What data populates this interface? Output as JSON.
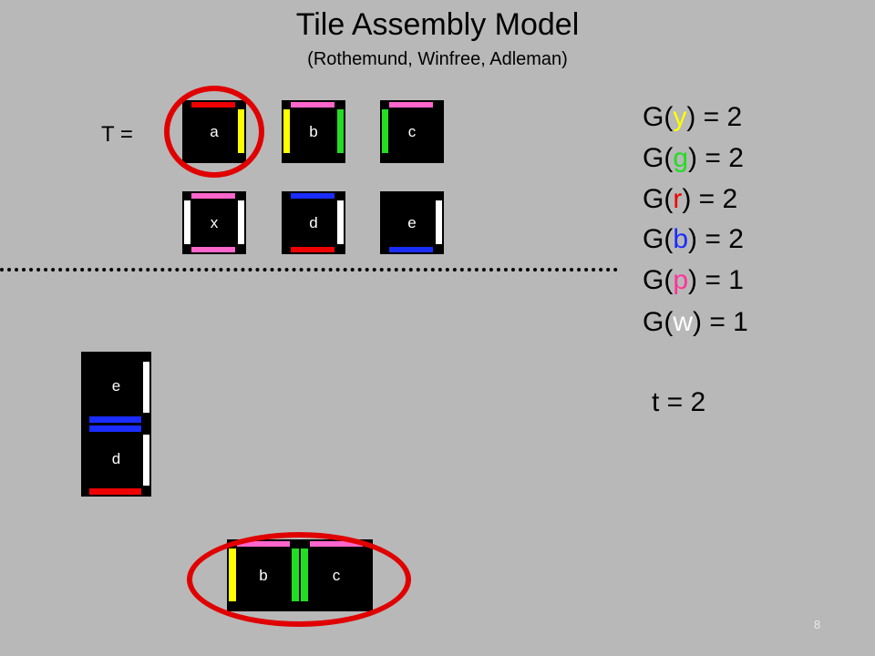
{
  "title": "Tile Assembly Model",
  "subtitle": "(Rothemund, Winfree, Adleman)",
  "tileset_label": "T =",
  "tiles": {
    "a": "a",
    "b": "b",
    "c": "c",
    "x": "x",
    "d": "d",
    "e": "e"
  },
  "assembly": {
    "e": "e",
    "d": "d",
    "b": "b",
    "c": "c"
  },
  "glue_strengths": [
    {
      "prefix": "G(",
      "glue": "y",
      "color": "#ffff00",
      "suffix": ")   = 2"
    },
    {
      "prefix": "G(",
      "glue": "g",
      "color": "#22dd22",
      "suffix": ")   = 2"
    },
    {
      "prefix": "G(",
      "glue": "r",
      "color": "#ee0000",
      "suffix": ")   = 2"
    },
    {
      "prefix": "G(",
      "glue": "b",
      "color": "#1a2cff",
      "suffix": ")   = 2"
    },
    {
      "prefix": "G(",
      "glue": "p",
      "color": "#ff3399",
      "suffix": ")   = 1"
    },
    {
      "prefix": "G(",
      "glue": "w",
      "color": "#ffffff",
      "suffix": ") = 1"
    }
  ],
  "temperature": "t = 2",
  "page_number": "8",
  "colors": {
    "background": "#b8b8b8",
    "tile": "#000000",
    "highlight": "#e00000",
    "yellow": "#ffff00",
    "green": "#22dd22",
    "red": "#ee0000",
    "blue": "#1a2cff",
    "pink": "#ff66cc",
    "white": "#ffffff"
  }
}
